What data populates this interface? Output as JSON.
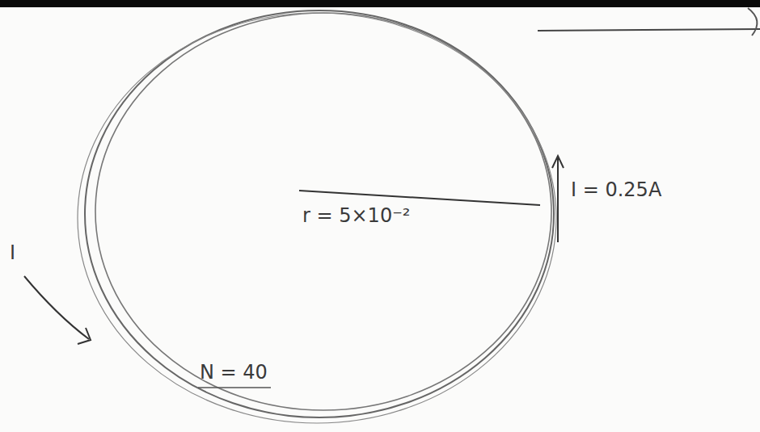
{
  "diagram": {
    "labels": [
      "r = 5×10⁻²",
      "I = 0.25A",
      "I",
      "N = 40"
    ]
  }
}
